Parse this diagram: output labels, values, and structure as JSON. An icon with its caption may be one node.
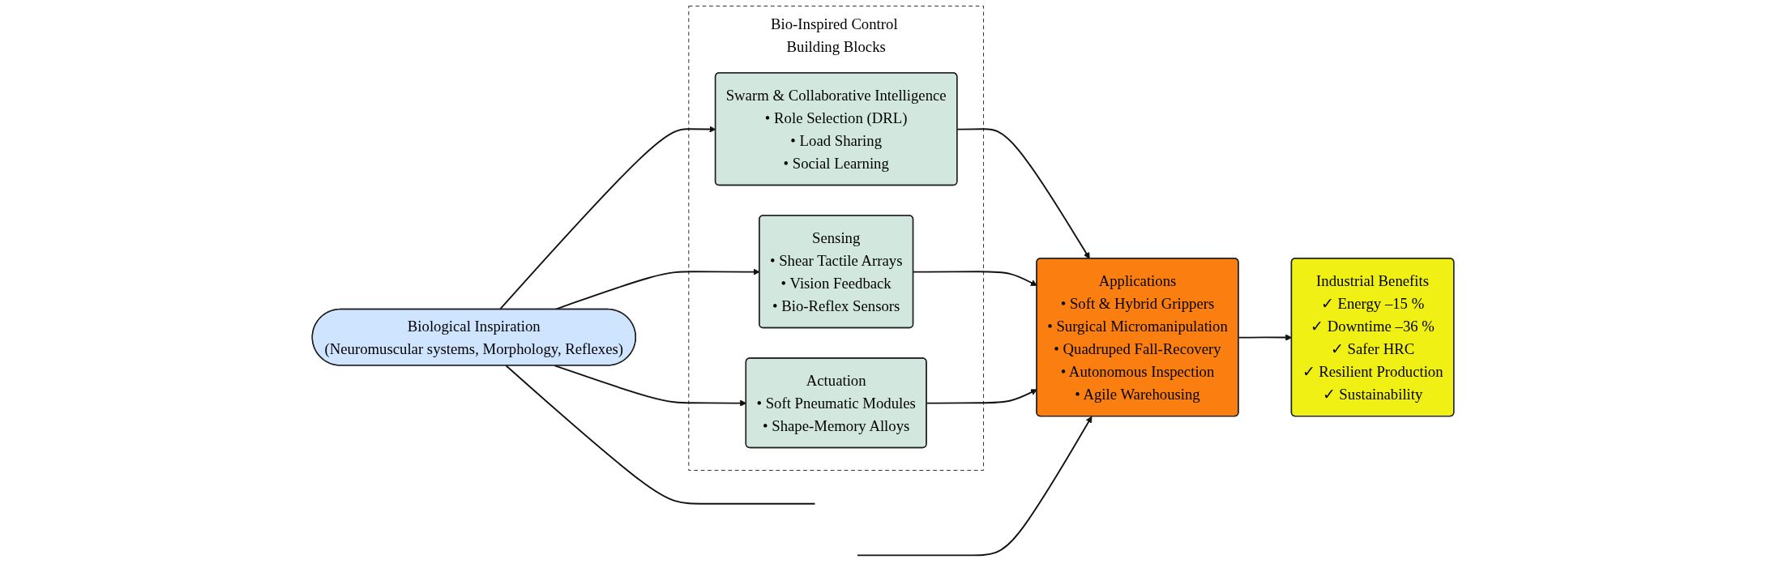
{
  "diagram": {
    "nodes": [
      {
        "text": [
          "Bio-Inspired Control Building Blocks"
        ]
      },
      {
        "text": [
          "Swarm & Collaborative Intelligence",
          "• Role Selection (DRL)",
          "• Load Sharing",
          "• Social Learning"
        ],
        "in": 0
      },
      {
        "text": [
          "Sensing",
          "• Shear Tactile Arrays",
          "• Vision Feedback",
          "• Bio-Reflex Sensors"
        ],
        "in": 0
      },
      {
        "text": [
          "Actuation",
          "• Soft Pneumatic Modules",
          "• Shape-Memory Alloys"
        ],
        "in": 0
      },
      {
        "text": [
          "Biological Inspiration",
          "(Neuromuscular systems, Morphology, Reflexes)"
        ]
      },
      {
        "text": [
          "Applications",
          "• Soft & Hybrid Grippers",
          "• Surgical Micromanipulation",
          "• Quadruped Fall-Recovery",
          "• Autonomous Inspection",
          "• Agile Warehousing"
        ]
      },
      {
        "text": [
          "Industrial Benefits",
          "✓ Energy –15 %",
          "✓ Downtime –36 %",
          "✓ Safer HRC",
          "✓ Resilient Production",
          "✓ Sustainability"
        ]
      }
    ],
    "edges": [
      {
        "from": 4,
        "to": 1,
        "arrow": "to"
      },
      {
        "from": 4,
        "to": 2,
        "arrow": "to"
      },
      {
        "from": 4,
        "to": 3,
        "arrow": "to"
      },
      {
        "from": 4,
        "to": null,
        "arrow": "none"
      },
      {
        "from": 1,
        "to": 5,
        "arrow": "to"
      },
      {
        "from": 2,
        "to": 5,
        "arrow": "to"
      },
      {
        "from": 3,
        "to": 5,
        "arrow": "to"
      },
      {
        "from": null,
        "to": 5,
        "arrow": "to"
      },
      {
        "from": 5,
        "to": 6,
        "arrow": "to"
      }
    ]
  }
}
